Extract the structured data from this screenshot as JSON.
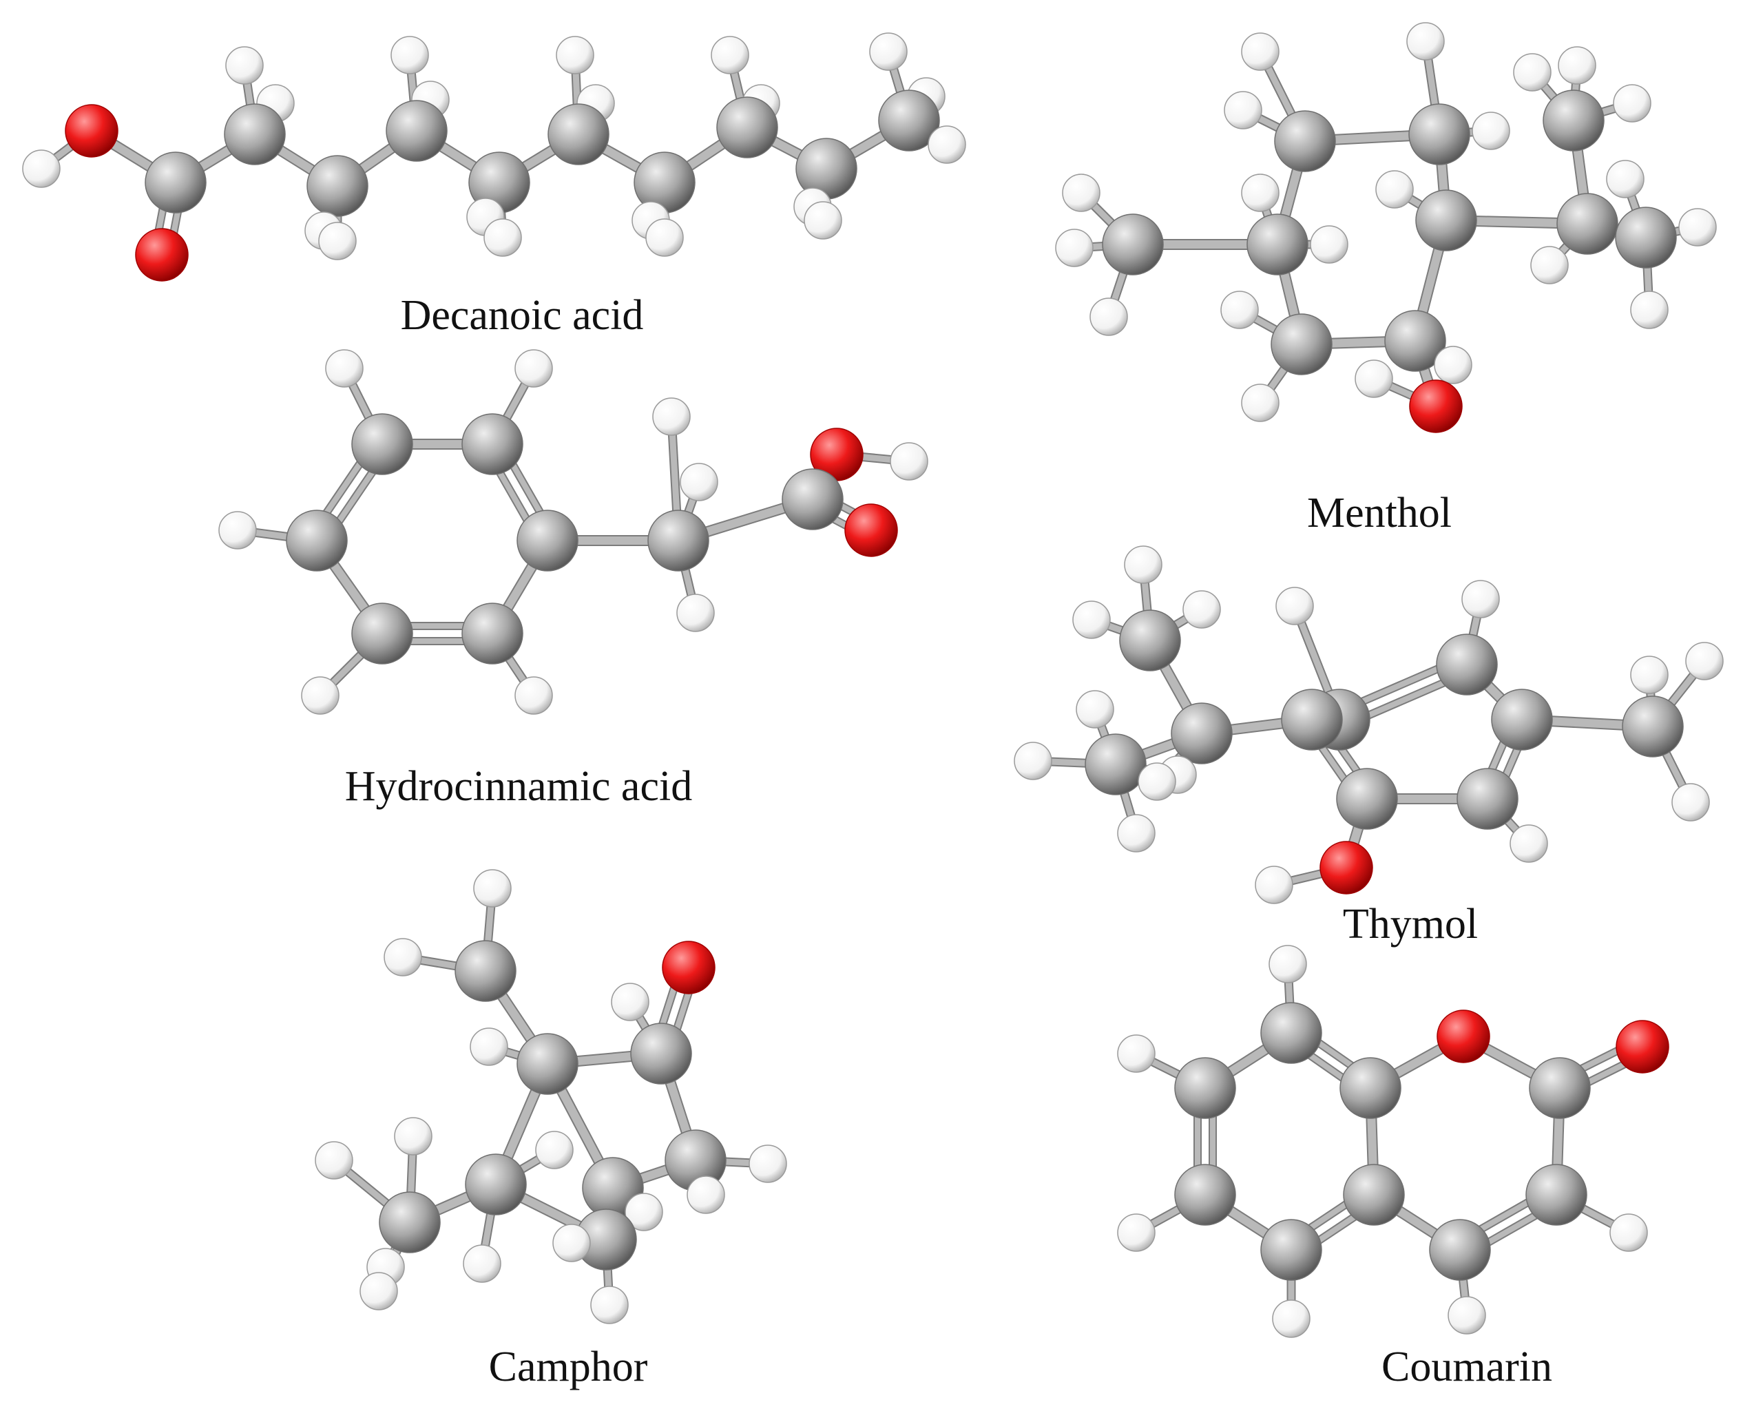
{
  "colors": {
    "carbon": "#a4a4a4",
    "hydrogen": "#ffffff",
    "oxygen": "#ee1a1a",
    "bond": "#b9b9b9",
    "background": "#ffffff"
  },
  "molecules": [
    {
      "key": "decanoic",
      "label": "Decanoic acid"
    },
    {
      "key": "menthol",
      "label": "Menthol"
    },
    {
      "key": "hydrocinnamic",
      "label": "Hydrocinnamic acid"
    },
    {
      "key": "thymol",
      "label": "Thymol"
    },
    {
      "key": "camphor",
      "label": "Camphor"
    },
    {
      "key": "coumarin",
      "label": "Coumarin"
    }
  ]
}
